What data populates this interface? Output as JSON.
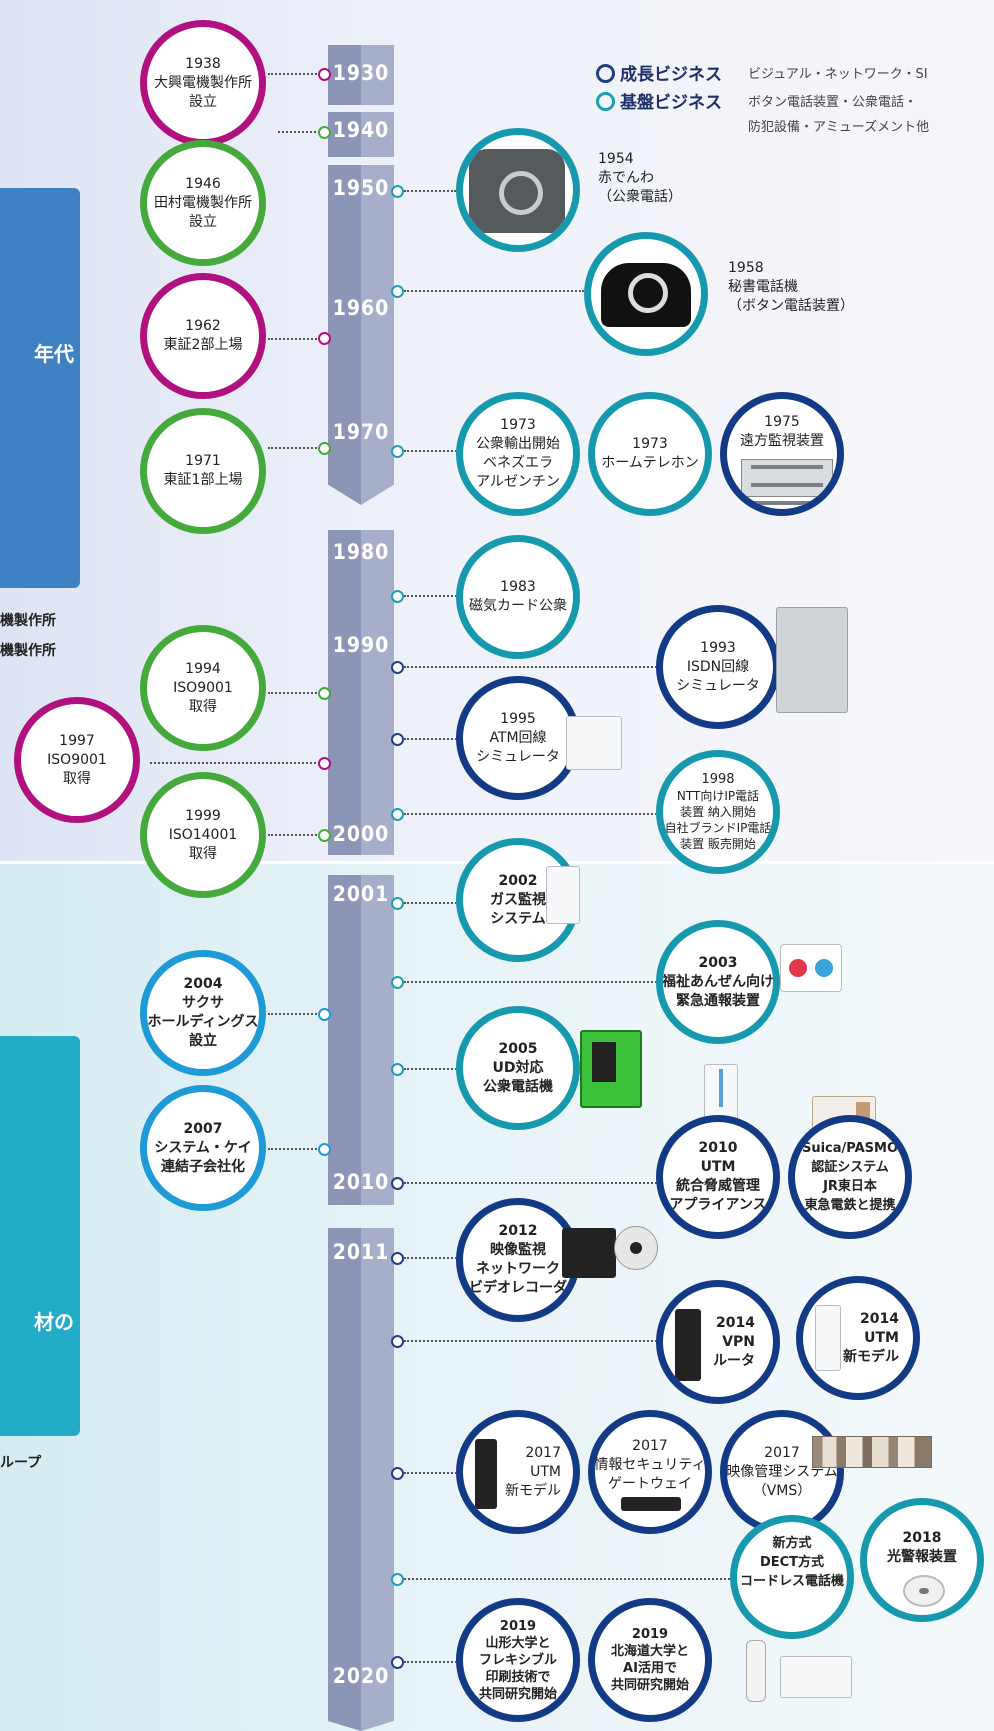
{
  "legend": {
    "growth": {
      "name": "成長ビジネス",
      "desc": "ビジュアル・ネットワーク・SI"
    },
    "base": {
      "name": "基盤ビジネス",
      "desc_line1": "ボタン電話装置・公衆電話・",
      "desc_line2": "防犯設備・アミューズメント他"
    }
  },
  "side": {
    "panel1_text": "年代",
    "note1": "機製作所",
    "note2": "機製作所",
    "panel2_text": "材の",
    "note3": "ループ"
  },
  "decades": [
    "1930",
    "1940",
    "1950",
    "1960",
    "1970",
    "1980",
    "1990",
    "2000",
    "2001",
    "2010",
    "2011",
    "2020"
  ],
  "left_events": {
    "e1938": [
      "1938",
      "大興電機製作所",
      "設立"
    ],
    "e1946": [
      "1946",
      "田村電機製作所",
      "設立"
    ],
    "e1962": [
      "1962",
      "東証2部上場"
    ],
    "e1971": [
      "1971",
      "東証1部上場"
    ],
    "e1994": [
      "1994",
      "ISO9001",
      "取得"
    ],
    "e1997": [
      "1997",
      "ISO9001",
      "取得"
    ],
    "e1999": [
      "1999",
      "ISO14001",
      "取得"
    ],
    "e2004": [
      "2004",
      "サクサ",
      "ホールディングス",
      "設立"
    ],
    "e2007": [
      "2007",
      "システム・ケイ",
      "連結子会社化"
    ]
  },
  "right_events": {
    "e1954": [
      "1954",
      "赤でんわ",
      "（公衆電話）"
    ],
    "e1958": [
      "1958",
      "秘書電話機",
      "（ボタン電話装置）"
    ],
    "e1973a": [
      "1973",
      "公衆輸出開始",
      "ベネズエラ",
      "アルゼンチン"
    ],
    "e1973b": [
      "1973",
      "ホームテレホン"
    ],
    "e1975": [
      "1975",
      "遠方監視装置"
    ],
    "e1983": [
      "1983",
      "磁気カード公衆"
    ],
    "e1993": [
      "1993",
      "ISDN回線",
      "シミュレータ"
    ],
    "e1995": [
      "1995",
      "ATM回線",
      "シミュレータ"
    ],
    "e1998": [
      "1998",
      "NTT向けIP電話",
      "装置 納入開始",
      "自社ブランドIP電話",
      "装置 販売開始"
    ],
    "e2002": [
      "2002",
      "ガス監視",
      "システム"
    ],
    "e2003": [
      "2003",
      "福祉あんぜん向け",
      "緊急通報装置"
    ],
    "e2005": [
      "2005",
      "UD対応",
      "公衆電話機"
    ],
    "e2010a": [
      "2010",
      "UTM",
      "統合脅威管理",
      "アプライアンス"
    ],
    "e2010b": [
      "Suica/PASMO",
      "認証システム",
      "JR東日本",
      "東急電鉄と提携"
    ],
    "e2012": [
      "2012",
      "映像監視",
      "ネットワーク",
      "ビデオレコーダ"
    ],
    "e2014a": [
      "2014",
      "VPN",
      "ルータ"
    ],
    "e2014b": [
      "2014",
      "UTM",
      "新モデル"
    ],
    "e2017a": [
      "2017",
      "UTM",
      "新モデル"
    ],
    "e2017b": [
      "2017",
      "情報セキュリティ",
      "ゲートウェイ"
    ],
    "e2017c": [
      "2017",
      "映像管理システム",
      "（VMS）"
    ],
    "e2018a": [
      "新方式",
      "DECT方式",
      "コードレス電話機"
    ],
    "e2018b": [
      "2018",
      "光警報装置"
    ],
    "e2019a": [
      "2019",
      "山形大学と",
      "フレキシブル",
      "印刷技術で",
      "共同研究開始"
    ],
    "e2019b": [
      "2019",
      "北海道大学と",
      "AI活用で",
      "共同研究開始"
    ]
  },
  "colors": {
    "magenta": "#b0117f",
    "green": "#45a93b",
    "blue": "#1e9ad6",
    "navy": "#123a85",
    "teal": "#1799ad",
    "spine": "#8d95b7"
  }
}
